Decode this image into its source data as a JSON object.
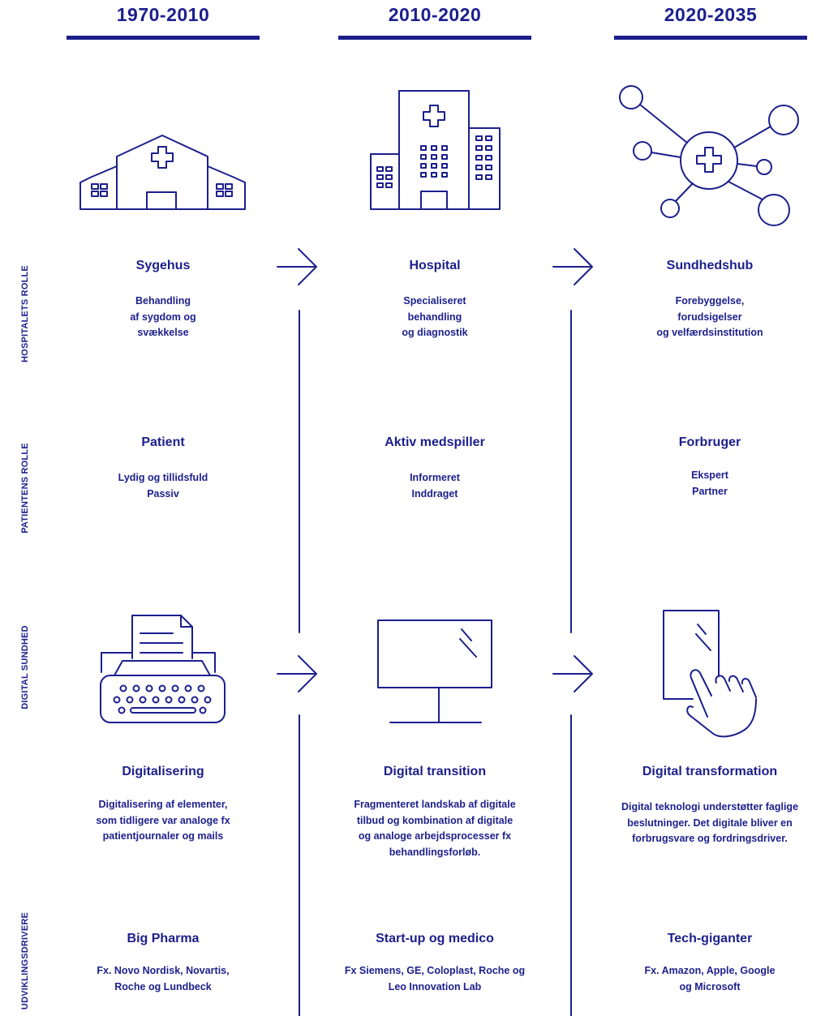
{
  "periods": [
    "1970-2010",
    "2010-2020",
    "2020-2035"
  ],
  "row_labels": {
    "hospital_role": "HOSPITALETS ROLLE",
    "patient_role": "PATIENTENS ROLLE",
    "digital_health": "DIGITAL SUNDHED",
    "drivers": "UDVIKLINGSDRIVERE"
  },
  "hospital_role": [
    {
      "title": "Sygehus",
      "lines": [
        "Behandling",
        "af sygdom og",
        "svækkelse"
      ]
    },
    {
      "title": "Hospital",
      "lines": [
        "Specialiseret",
        "behandling",
        "og diagnostik"
      ]
    },
    {
      "title": "Sundhedshub",
      "lines": [
        "Forebyggelse,",
        "forudsigelser",
        "og velfærdsinstitution"
      ]
    }
  ],
  "patient_role": [
    {
      "title": "Patient",
      "lines": [
        "Lydig og tillidsfuld",
        "Passiv"
      ]
    },
    {
      "title": "Aktiv medspiller",
      "lines": [
        "Informeret",
        "Inddraget"
      ]
    },
    {
      "title": "Forbruger",
      "lines": [
        "Ekspert",
        "Partner"
      ]
    }
  ],
  "digital_health": [
    {
      "title": "Digitalisering",
      "lines": [
        "Digitalisering af elementer,",
        "som tidligere var analoge fx",
        "patientjournaler og mails"
      ]
    },
    {
      "title": "Digital transition",
      "lines": [
        "Fragmenteret landskab af digitale",
        "tilbud og kombination af digitale",
        "og analoge arbejdsprocesser fx",
        "behandlingsforløb."
      ]
    },
    {
      "title": "Digital transformation",
      "lines": [
        "Digital teknologi understøtter faglige",
        "beslutninger. Det digitale bliver en",
        "forbrugsvare og fordringsdriver."
      ]
    }
  ],
  "drivers": [
    {
      "title": "Big Pharma",
      "lines": [
        "Fx. Novo Nordisk, Novartis,",
        "Roche og Lundbeck"
      ]
    },
    {
      "title": "Start-up og medico",
      "lines": [
        "Fx Siemens, GE, Coloplast, Roche og",
        "Leo Innovation Lab"
      ]
    },
    {
      "title": "Tech-giganter",
      "lines": [
        "Fx. Amazon, Apple, Google",
        "og Microsoft"
      ]
    }
  ],
  "icons": {
    "row1": [
      "hospital-building-small-icon",
      "hospital-tower-icon",
      "health-hub-network-icon"
    ],
    "row2": [
      "typewriter-icon",
      "computer-monitor-icon",
      "tablet-touch-icon"
    ],
    "arrows": [
      "right-arrow-icon"
    ]
  },
  "colors": {
    "primary": "#1b1f8c",
    "background": "#ffffff"
  }
}
